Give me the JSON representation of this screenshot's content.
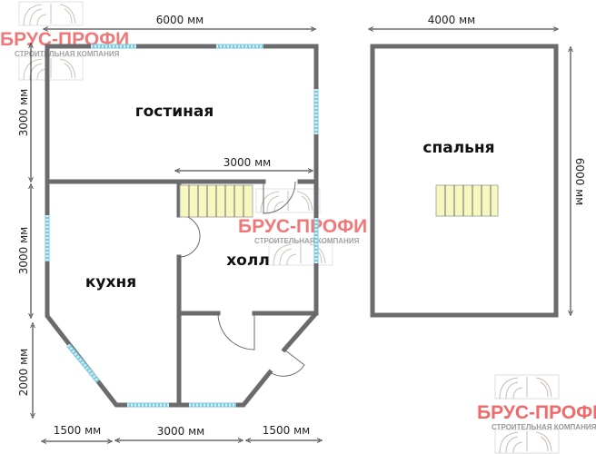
{
  "logo": {
    "brand": "БРУС-ПРОФИ",
    "tagline": "СТРОИТЕЛЬНАЯ КОМПАНИЯ"
  },
  "first_floor": {
    "dimensions": {
      "top": "6000 мм",
      "left_upper": "3000 мм",
      "left_middle": "3000 мм",
      "left_lower": "2000 мм",
      "inner": "3000 мм",
      "bottom_left": "1500 мм",
      "bottom_middle": "3000 мм",
      "bottom_right": "1500 мм"
    },
    "rooms": {
      "living": "гостиная",
      "kitchen": "кухня",
      "hall": "холл"
    }
  },
  "second_floor": {
    "dimensions": {
      "top": "4000 мм",
      "right": "6000 мм"
    },
    "rooms": {
      "bedroom": "спальня"
    }
  },
  "colors": {
    "wall": "#6b6b6e",
    "window": "#7cc9dc",
    "stairs": "#f7f7c0",
    "logo": "#f06a6a"
  }
}
